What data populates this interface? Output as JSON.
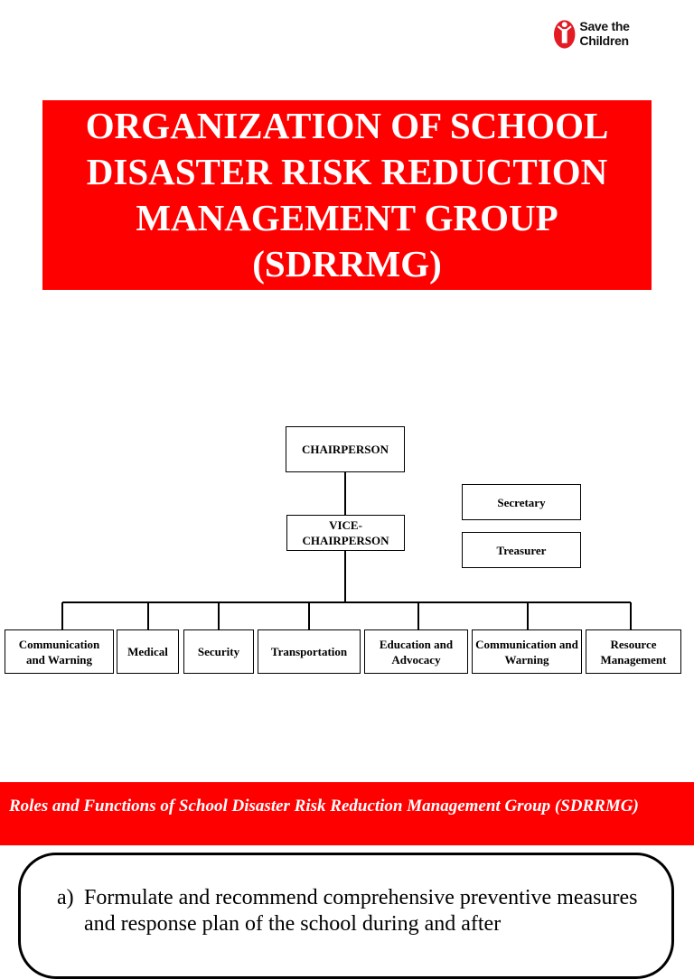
{
  "logo": {
    "text": "Save the Children",
    "icon": "save-the-children-figure-icon",
    "color": "#e31b23"
  },
  "title": "ORGANIZATION OF SCHOOL\nDISASTER RISK REDUCTION\nMANAGEMENT GROUP\n(SDRRMG)",
  "org_chart": {
    "chairperson": "CHAIRPERSON",
    "vice_chairperson": "VICE-\nCHAIRPERSON",
    "secretary": "Secretary",
    "treasurer": "Treasurer",
    "committees": [
      "Communication and Warning",
      "Medical",
      "Security",
      "Transportation",
      "Education and Advocacy",
      "Communication and Warning",
      "Resource Management"
    ]
  },
  "roles": {
    "heading": "Roles and Functions of School Disaster Risk Reduction Management Group (SDRRMG)",
    "items": [
      {
        "marker": "a)",
        "text": "Formulate and recommend comprehensive preventive measures and response plan of the school during and after"
      }
    ]
  },
  "colors": {
    "accent": "#ff0000",
    "text_on_accent": "#ffffff"
  }
}
